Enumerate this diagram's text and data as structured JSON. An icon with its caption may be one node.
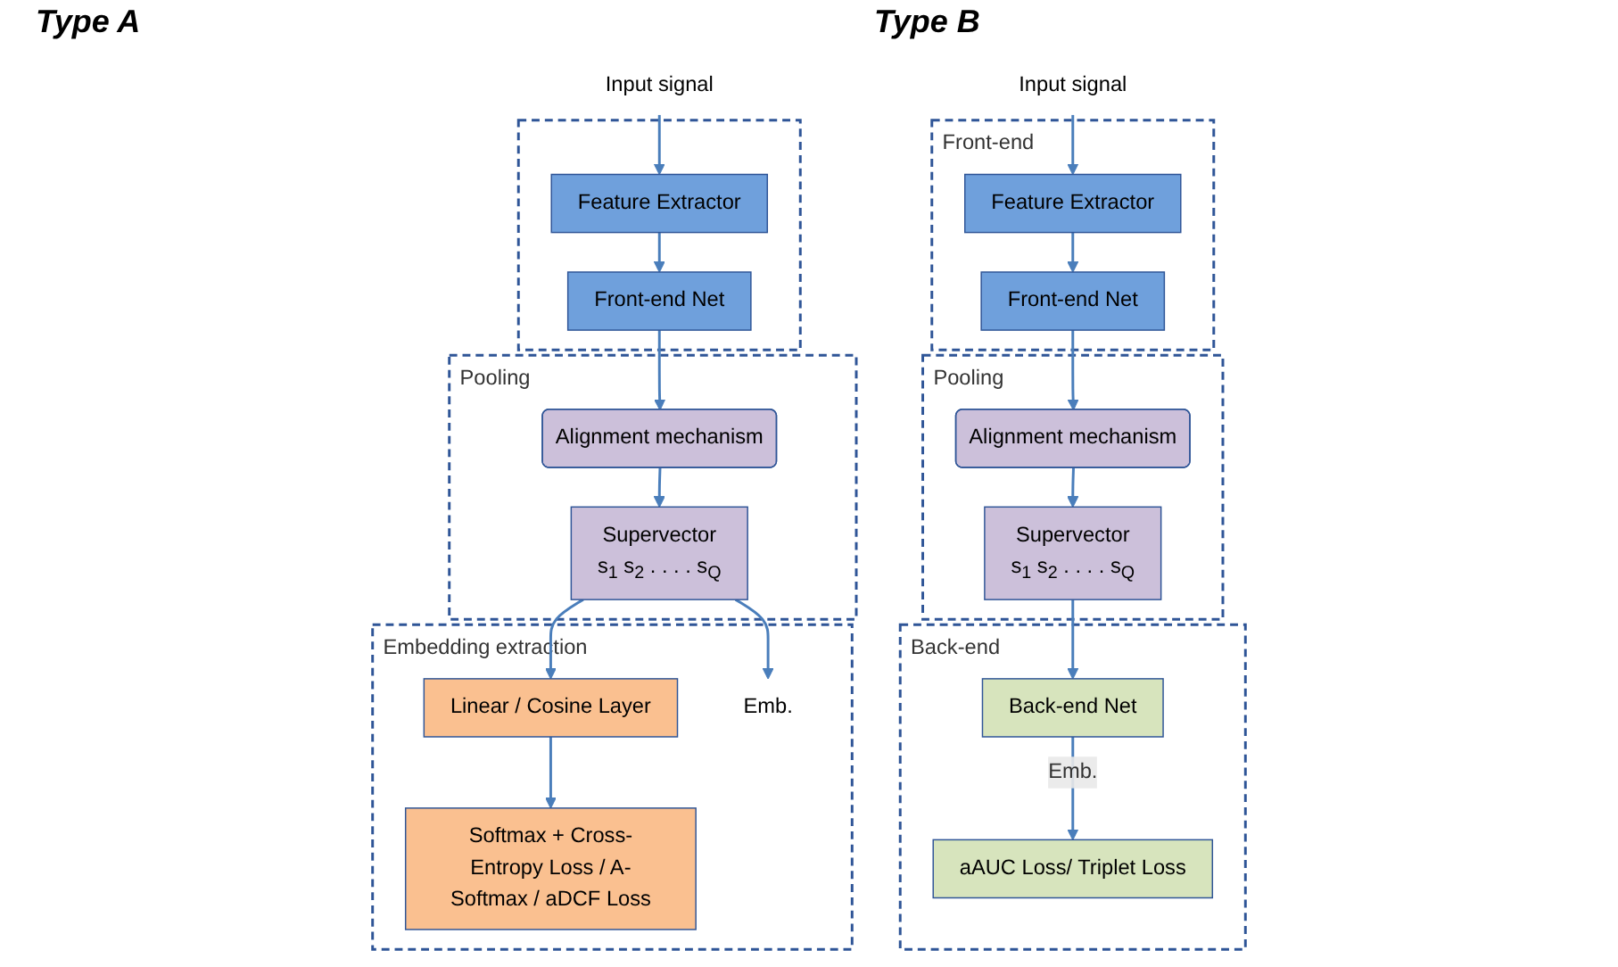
{
  "diagram": {
    "nodes": [
      {
        "text": [
          "Input signal"
        ]
      },
      {
        "text": [],
        "shape": "box"
      },
      {
        "text": [
          "Feature Extractor"
        ],
        "in": 1
      },
      {
        "text": [
          "Front-end Net"
        ],
        "in": 1
      },
      {
        "text": [
          "Pooling"
        ]
      },
      {
        "text": [
          "Alignment mechanism"
        ],
        "in": 4
      },
      {
        "text": [
          "Supervector",
          "s$_{1}$ s$_{2}$ . . . . s$_{Q}$"
        ],
        "in": 4
      },
      {
        "text": [
          "Embedding extraction"
        ]
      },
      {
        "text": [
          "Emb."
        ],
        "in": 7
      },
      {
        "text": [
          "Linear / Cosine Layer"
        ],
        "in": 7
      },
      {
        "text": [
          "Softmax + Cross-Entropy Loss / A-Softmax / aDCF Loss"
        ],
        "in": 7
      },
      {
        "text": [
          "Input signal"
        ]
      },
      {
        "text": [
          "Front-end"
        ]
      },
      {
        "text": [
          "Feature Extractor"
        ],
        "in": 12
      },
      {
        "text": [
          "Front-end Net"
        ],
        "in": 12
      },
      {
        "text": [
          "Pooling"
        ]
      },
      {
        "text": [
          "Alignment mechanism"
        ],
        "in": 15
      },
      {
        "text": [
          "Supervector",
          "s$_{1}$ s$_{2}$ . . . . s$_{Q}$"
        ],
        "in": 15
      },
      {
        "text": [
          "Back-end"
        ]
      },
      {
        "text": [
          "Back-end Net"
        ],
        "in": 18
      },
      {
        "text": [
          "aAUC Loss/ Triplet Loss"
        ],
        "in": 18
      }
    ],
    "edges": [
      {
        "from": 0,
        "to": 2,
        "arrow": "to"
      },
      {
        "from": 2,
        "to": 3,
        "arrow": "to"
      },
      {
        "from": 3,
        "to": 5,
        "arrow": "to"
      },
      {
        "from": 5,
        "to": 6,
        "arrow": "to"
      },
      {
        "from": 6,
        "to": 9,
        "arrow": "to"
      },
      {
        "from": 6,
        "to": 8,
        "arrow": "to"
      },
      {
        "from": 9,
        "to": 10,
        "arrow": "to"
      },
      {
        "from": 11,
        "to": 13,
        "arrow": "to"
      },
      {
        "from": 13,
        "to": 14,
        "arrow": "to"
      },
      {
        "from": 14,
        "to": 16,
        "arrow": "to"
      },
      {
        "from": 16,
        "to": 17,
        "arrow": "to"
      },
      {
        "from": 17,
        "to": 19,
        "arrow": "to"
      },
      {
        "from": 19,
        "to": 20,
        "label": "Emb.",
        "arrow": "to"
      }
    ],
    "labels": [
      "Type A",
      "Type B"
    ]
  }
}
